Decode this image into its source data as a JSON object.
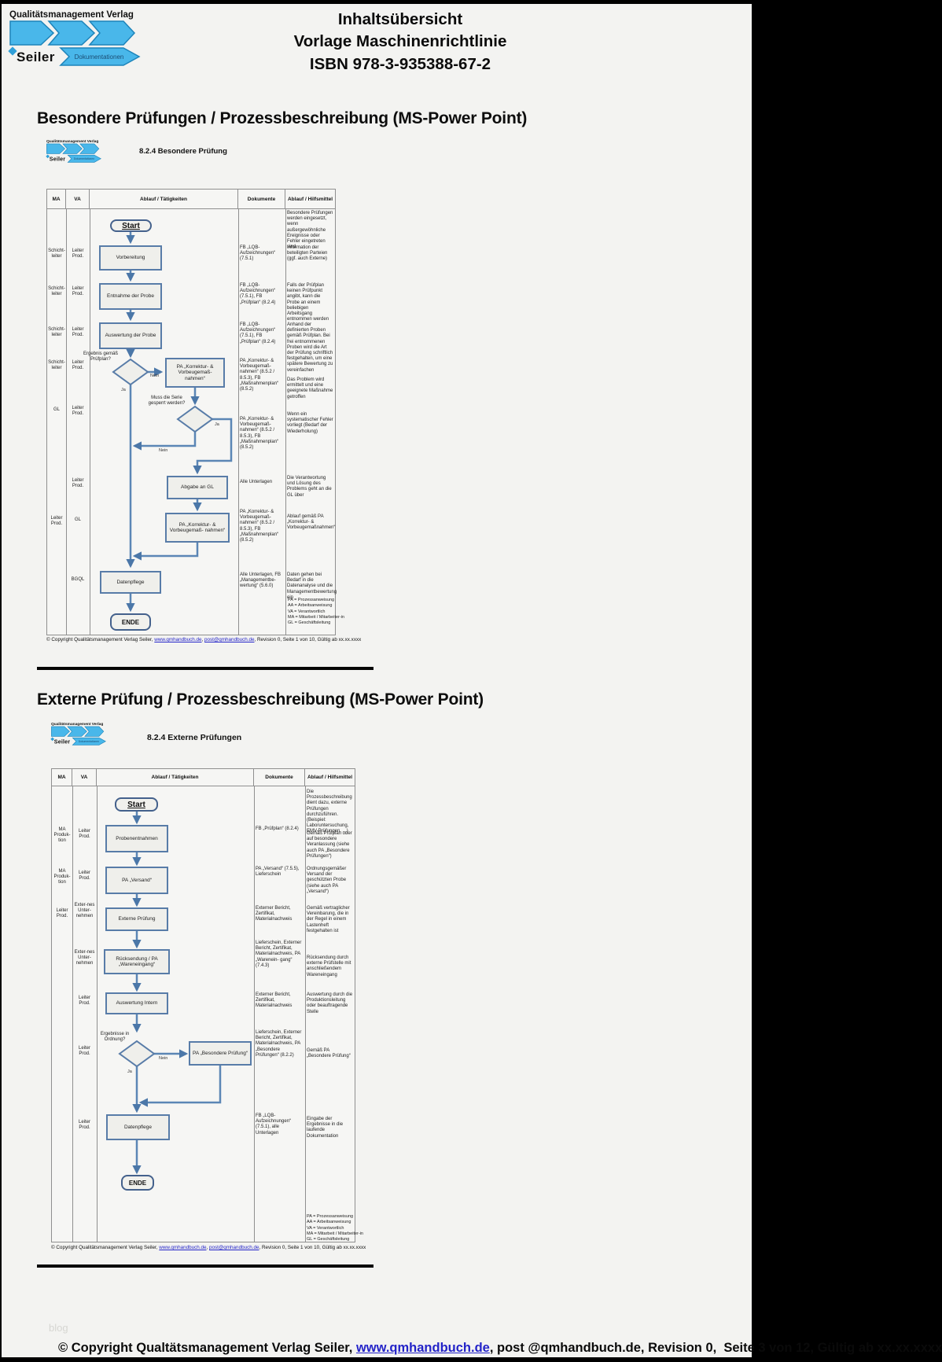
{
  "header": {
    "logo": {
      "brand": "Qualitätsmanagement Verlag",
      "name": "Seiler",
      "banner": "Dokumentationen"
    },
    "title_lines": [
      "Inhaltsübersicht",
      "Vorlage Maschinenrichtlinie",
      "ISBN 978-3-935388-67-2"
    ]
  },
  "colors": {
    "logo_blue": "#49b7ea",
    "logo_border": "#1d84ba",
    "flow_line": "#5b86b5",
    "box_border": "#587ca8",
    "link_blue": "#2323c8"
  },
  "table_columns": [
    "MA",
    "VA",
    "Ablauf / Tätigkeiten",
    "Dokumente",
    "Ablauf / Hilfsmittel"
  ],
  "labels": {
    "yes": "Ja",
    "no": "Nein"
  },
  "legend_lines": [
    "PA = Prozessanweisung",
    "AA = Arbeitsanweisung",
    "VA = Verantwortlich",
    "MA = Mitarbeit / Mitarbeiter-in",
    "GL = Geschäftsleitung"
  ],
  "chart_copyright": {
    "prefix": "© Copyright Qualitätsmanagement Verlag Seiler, ",
    "link1": "www.qmhandbuch.de",
    "sep": ", ",
    "link2": "post@qmhandbuch.de",
    "suffix": ", Revision 0, Seite 1 von 10, Gültig ab xx.xx.xxxx"
  },
  "section1": {
    "heading": "Besondere Prüfungen / Prozessbeschreibung (MS-Power Point)",
    "chart_title": "8.2.4 Besondere Prüfung",
    "flow": {
      "start": "Start",
      "s1": "Vorbereitung",
      "s2": "Entnahme der Probe",
      "s3": "Auswertung der Probe",
      "d1": "Ergebnis gemäß Prüfplan?",
      "b1": "PA „Korrektur- & Vorbeugemaß- nahmen“",
      "d2": "Muss die Serie gesperrt werden?",
      "s4": "Abgabe an GL",
      "s5": "PA „Korrektur- & Vorbeugemaß- nahmen“",
      "s6": "Datenpflege",
      "end": "ENDE"
    },
    "roles": [
      {
        "ma": "Schicht-leiter",
        "va": "Leiter Prod."
      },
      {
        "ma": "Schicht-leiter",
        "va": "Leiter Prod."
      },
      {
        "ma": "Schicht-leiter",
        "va": "Leiter Prod."
      },
      {
        "ma": "Schicht-leiter",
        "va": "Leiter Prod."
      },
      {
        "ma": "GL",
        "va": "Leiter Prod."
      },
      {
        "ma": "",
        "va": "Leiter Prod."
      },
      {
        "ma": "Leiter Prod.",
        "va": "GL"
      },
      {
        "ma": "",
        "va": "BGQL"
      }
    ],
    "docs": [
      "FB „LQB-Aufzeichnungen“ (7.5.1)",
      "FB „LQB-Aufzeichnungen“ (7.5.1), FB „Prüfplan“ (8.2.4)",
      "FB „LQB-Aufzeichnungen“ (7.5.1), FB „Prüfplan“ (8.2.4)",
      "PA „Korrektur- & Vorbeugemaß- nahmen“ (8.5.2 / 8.5.3), FB „Maßnahmenplan“ (8.5.2)",
      "PA „Korrektur- & Vorbeugemaß- nahmen“ (8.5.2 / 8.5.3), FB „Maßnahmenplan“ (8.5.2)",
      "Alle Unterlagen",
      "PA „Korrektur- & Vorbeugemaß- nahmen“ (8.5.2 / 8.5.3), FB „Maßnahmenplan“ (8.5.2)",
      "Alle Unterlagen, FB „Managementbe- wertung“ (5.6.0)"
    ],
    "helps": [
      "Besondere Prüfungen werden eingesetzt, wenn außergewöhnliche Ereignisse oder Fehler eingetreten sind.",
      "Information der beteiligten Parteien (ggf. auch Externe)",
      "Falls der Prüfplan keinen Prüfpunkt angibt, kann die Probe an einem beliebigen Arbeitsgang entnommen werden",
      "Anhand der definierten Proben gemäß Prüfplan. Bei frei entnommenen Proben wird die Art der Prüfung schriftlich festgehalten, um eine spätere Bewertung zu vereinfachen",
      "Das Problem wird ermittelt und eine geeignete Maßnahme getroffen",
      "Wenn ein systematischer Fehler vorliegt (Bedarf der Wiederholung)",
      "Die Verantwortung und Lösung des Problems geht an die GL über",
      "Ablauf gemäß PA „Korrektur- & Vorbeugemaßnahmen“",
      "Daten gehen bei Bedarf in die Datenanalyse und die Managementbewertung ein"
    ]
  },
  "section2": {
    "heading": "Externe Prüfung / Prozessbeschreibung (MS-Power Point)",
    "chart_title": "8.2.4 Externe Prüfungen",
    "flow": {
      "start": "Start",
      "s1": "Probenentnahmen",
      "s2": "PA „Versand“",
      "s3": "Externe Prüfung",
      "s4": "Rücksendung / PA „Wareneingang“",
      "s5": "Auswertung Intern",
      "d1": "Ergebnisse in Ordnung?",
      "b1": "PA „Besondere Prüfung“",
      "s6": "Datenpflege",
      "end": "ENDE"
    },
    "roles": [
      {
        "ma": "MA Produk-tion",
        "va": "Leiter Prod."
      },
      {
        "ma": "MA Produk-tion",
        "va": "Leiter Prod."
      },
      {
        "ma": "Leiter Prod.",
        "va": "Exter-nes Unter-nehmen"
      },
      {
        "ma": "",
        "va": "Exter-nes Unter-nehmen"
      },
      {
        "ma": "",
        "va": "Leiter Prod."
      },
      {
        "ma": "",
        "va": "Leiter Prod."
      },
      {
        "ma": "",
        "va": "Leiter Prod."
      }
    ],
    "docs": [
      "FB „Prüfplan“ (8.2.4)",
      "PA „Versand“ (7.5.5), Lieferschein",
      "Externer Bericht, Zertifikat, Materialnachweis",
      "Lieferschein, Externer Bericht, Zertifikat, Materialnachweis, PA „Warenein- gang“ (7.4.3)",
      "Externer Bericht, Zertifikat, Materialnachweis",
      "Lieferschein, Externer Bericht, Zertifikat, Materialnachweis, PA „Besondere Prüfungen“ (8.2.2)",
      "FB „LQB- Aufzeichnungen“ (7.5.1), alle Unterlagen"
    ],
    "helps": [
      "Die Prozessbeschreibung dient dazu, externe Prüfungen durchzuführen. (Beispiel: Laboruntersuchung, EMV-Prüfungen, ...)",
      "Gemäß Prüfplan oder auf besondere Veranlassung (siehe auch PA „Besondere Prüfungen“)",
      "Ordnungsgemäßer Versand der geschützten Probe (siehe auch PA „Versand“)",
      "Gemäß vertraglicher Vereinbarung, die in der Regel in einem Lastenheft festgehalten ist",
      "Rücksendung durch externe Prüfstelle mit anschließendem Wareneingang",
      "Auswertung durch die Produktionsleitung oder beauftragende Stelle",
      "Gemäß PA „Besondere Prüfung“",
      "Eingabe der Ergebnisse in die laufende Dokumentation"
    ]
  },
  "watermark": "blog",
  "footer": {
    "prefix": "© Copyright Qualtätsmanagement Verlag Seiler, ",
    "link": "www.qmhandbuch.de",
    "suffix": ", post @qmhandbuch.de, Revision 0,  Seite 3 von 12, Gültig ab xx.xx.xxxx"
  }
}
